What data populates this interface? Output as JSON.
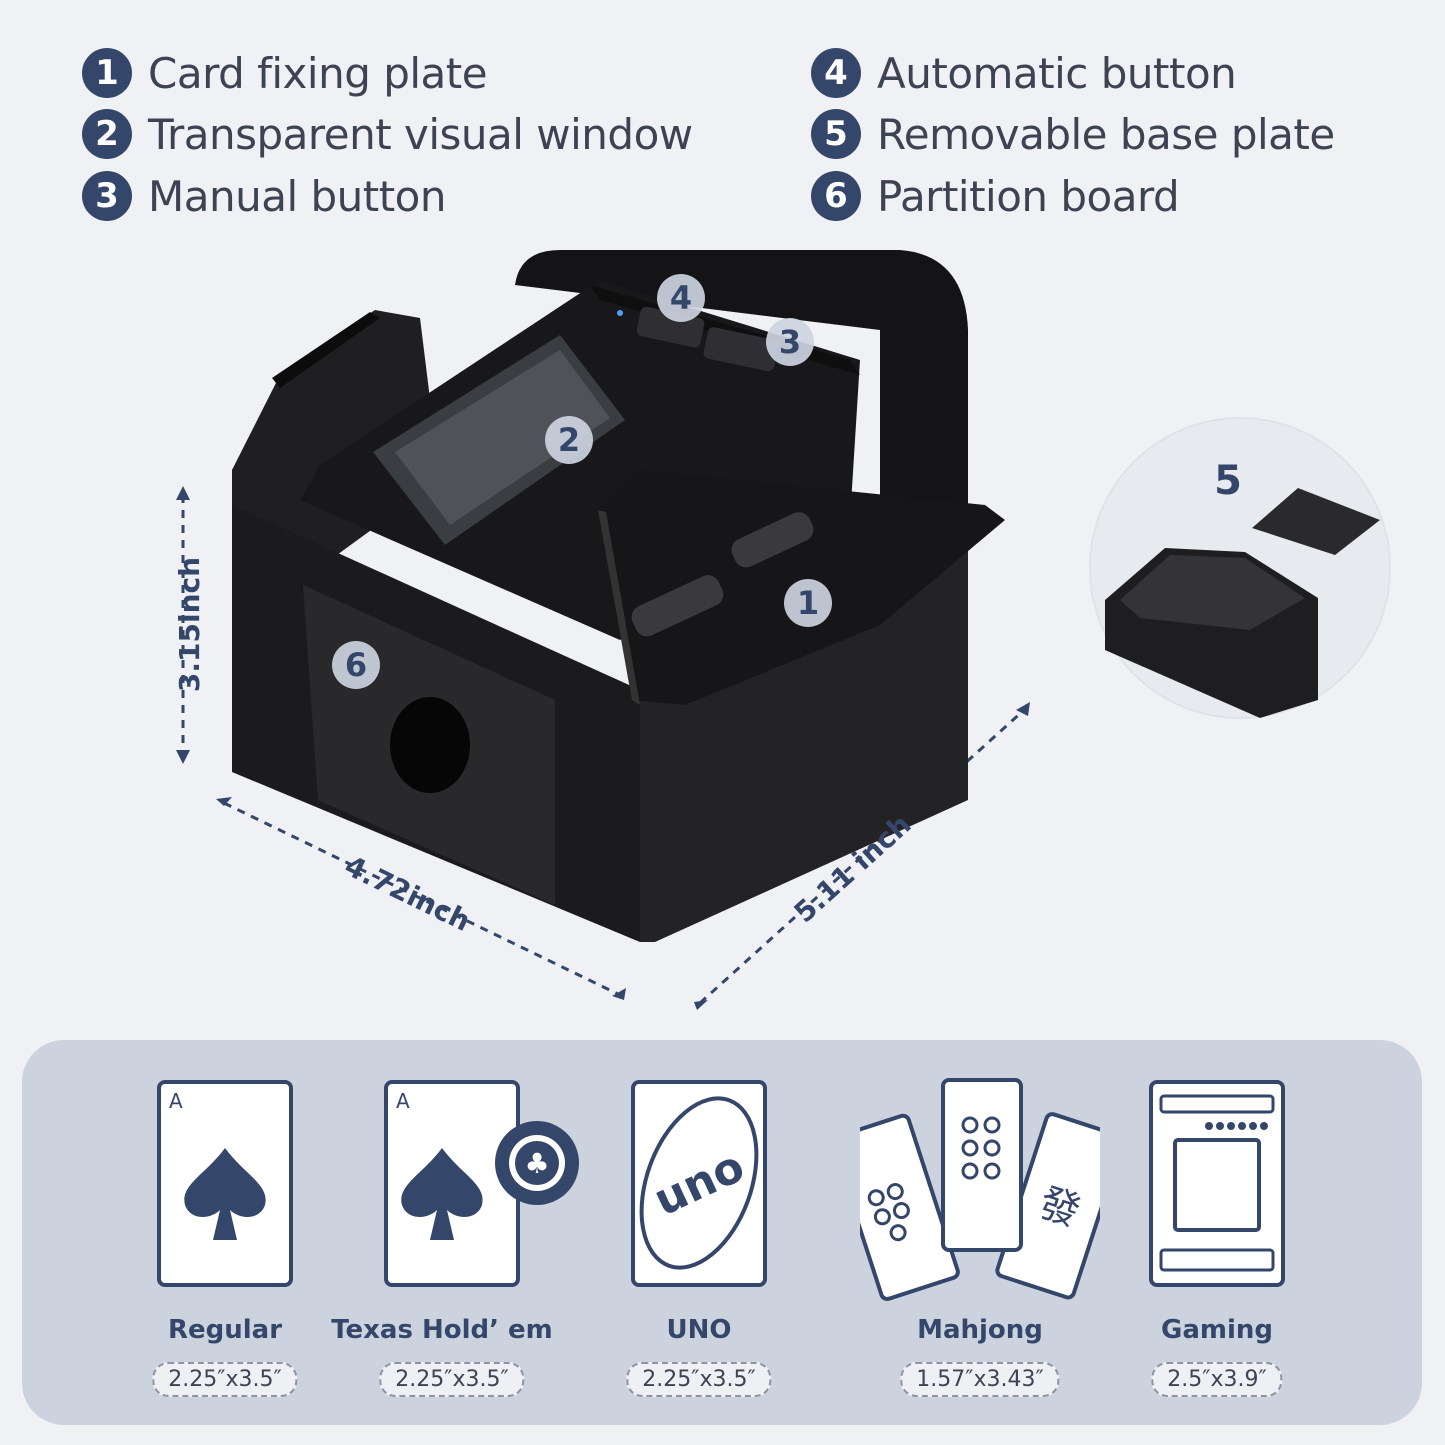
{
  "legend": [
    {
      "number": "1",
      "label": "Card fixing plate"
    },
    {
      "number": "2",
      "label": "Transparent visual window"
    },
    {
      "number": "3",
      "label": "Manual button"
    },
    {
      "number": "4",
      "label": "Automatic button"
    },
    {
      "number": "5",
      "label": "Removable base plate"
    },
    {
      "number": "6",
      "label": "Partition board"
    }
  ],
  "callouts": {
    "c1": "1",
    "c2": "2",
    "c3": "3",
    "c4": "4",
    "c5": "5",
    "c6": "6"
  },
  "dimensions": {
    "height": "3.15inch",
    "width": "4.72inch",
    "depth": "5.11 inch"
  },
  "card_types": [
    {
      "name": "Regular",
      "size": "2.25″x3.5″",
      "icon": "spade-card-icon"
    },
    {
      "name": "Texas Hold’ em",
      "size": "2.25″x3.5″",
      "icon": "spade-card-chip-icon"
    },
    {
      "name": "UNO",
      "size": "2.25″x3.5″",
      "icon": "uno-card-icon",
      "logo_text": "uno"
    },
    {
      "name": "Mahjong",
      "size": "1.57″x3.43″",
      "icon": "mahjong-cards-icon"
    },
    {
      "name": "Gaming",
      "size": "2.5″x3.9″",
      "icon": "gaming-card-icon"
    }
  ],
  "colors": {
    "navy": "#34466a",
    "background": "#eff1f4",
    "panel": "#ccd3df",
    "device": "#1c1c1e"
  }
}
